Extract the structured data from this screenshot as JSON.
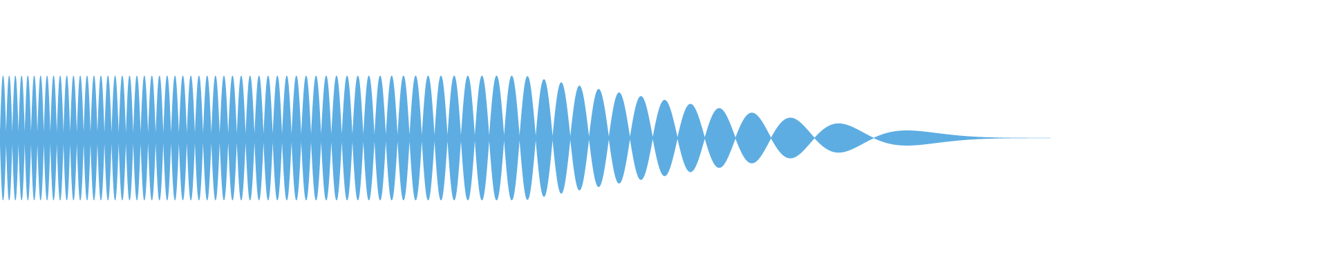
{
  "waveform": {
    "fill_color": "#5dade2",
    "background_color": "#ffffff",
    "peak_amplitude": 1.0,
    "cycles": 72,
    "decay_shape": "chirp-envelope"
  }
}
